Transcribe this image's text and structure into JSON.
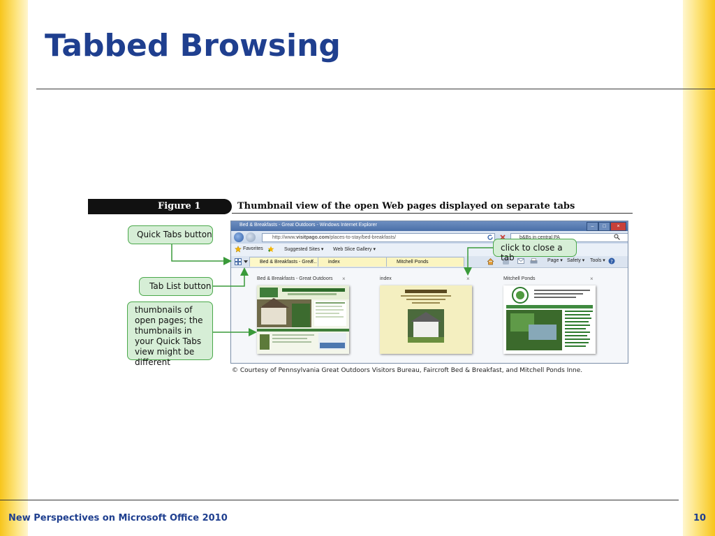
{
  "slide": {
    "title": "Tabbed Browsing",
    "footer": "New Perspectives on Microsoft Office 2010",
    "page_number": "10"
  },
  "figure": {
    "label": "Figure 1",
    "caption": "Thumbnail view of the open Web pages displayed on separate tabs",
    "courtesy": "© Courtesy of Pennsylvania Great Outdoors Visitors Bureau, Faircroft Bed & Breakfast, and Mitchell Ponds Inne."
  },
  "browser": {
    "window_title": "Bed & Breakfasts - Great Outdoors - Windows Internet Explorer",
    "url_prefix": "http://www.",
    "url_domain": "visitpago.com",
    "url_path": "/places-to-stay/bed-breakfasts/",
    "search_value": "b&Bs in central PA",
    "favorites": {
      "favorites_label": "Favorites",
      "suggested_sites": "Suggested Sites ▾",
      "web_slice_gallery": "Web Slice Gallery ▾"
    },
    "tabs": [
      {
        "label": "Bed & Breakfasts - Grea..."
      },
      {
        "label": "index"
      },
      {
        "label": "Mitchell Ponds"
      }
    ],
    "command_bar": {
      "page": "Page ▾",
      "safety": "Safety ▾",
      "tools": "Tools ▾"
    },
    "quick_tabs": [
      {
        "title": "Bed & Breakfasts - Great Outdoors",
        "close": "×"
      },
      {
        "title": "index",
        "close": "×"
      },
      {
        "title": "Mitchell Ponds",
        "close": "×"
      }
    ]
  },
  "callouts": {
    "quick_tabs_button": "Quick Tabs button",
    "tab_list_button": "Tab List button",
    "thumbnails_note": "thumbnails of open pages; the thumbnails in your Quick Tabs view might be different",
    "close_tab": "click to close a tab"
  },
  "colors": {
    "title_blue": "#1f3f8f",
    "callout_fill": "#d6eed6",
    "callout_border": "#4aa84a",
    "side_gold": "#f7c51c"
  }
}
